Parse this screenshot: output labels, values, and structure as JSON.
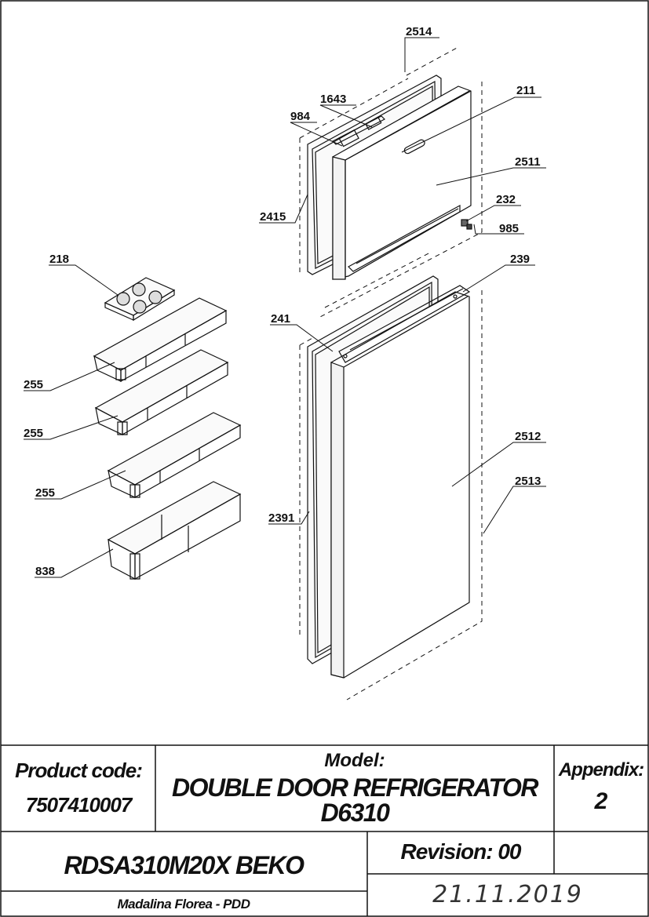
{
  "labels": {
    "l2514": "2514",
    "l211": "211",
    "l1643": "1643",
    "l984": "984",
    "l2511": "2511",
    "l2415": "2415",
    "l232": "232",
    "l985": "985",
    "l218": "218",
    "l239": "239",
    "l241": "241",
    "l255a": "255",
    "l255b": "255",
    "l255c": "255",
    "l2512": "2512",
    "l2513": "2513",
    "l2391": "2391",
    "l838": "838"
  },
  "title_block": {
    "product_code_label": "Product code:",
    "product_code_value": "7507410007",
    "model_label": "Model:",
    "model_value": "DOUBLE DOOR REFRIGERATOR D6310",
    "appendix_label": "Appendix:",
    "appendix_value": "2",
    "brand_model": "RDSA310M20X BEKO",
    "revision": "Revision: 00",
    "author": "Madalina Florea - PDD",
    "date": "21.11.2019"
  }
}
